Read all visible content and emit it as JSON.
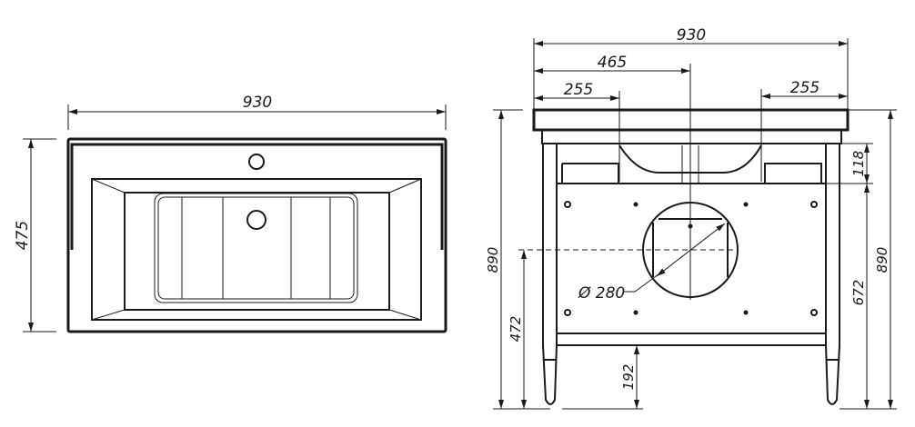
{
  "top_view": {
    "width_label": "930",
    "depth_label": "475"
  },
  "front_view": {
    "width_label": "930",
    "half_width_label": "465",
    "left_offset_label": "255",
    "right_offset_label": "255",
    "total_height_left_label": "890",
    "hole_center_height_label": "472",
    "bottom_clearance_label": "192",
    "apron_height_label": "118",
    "panel_height_label": "672",
    "total_height_right_label": "890",
    "hole_diameter_label": "Ø 280"
  },
  "colors": {
    "line": "#1a1a1a",
    "background": "#ffffff"
  }
}
